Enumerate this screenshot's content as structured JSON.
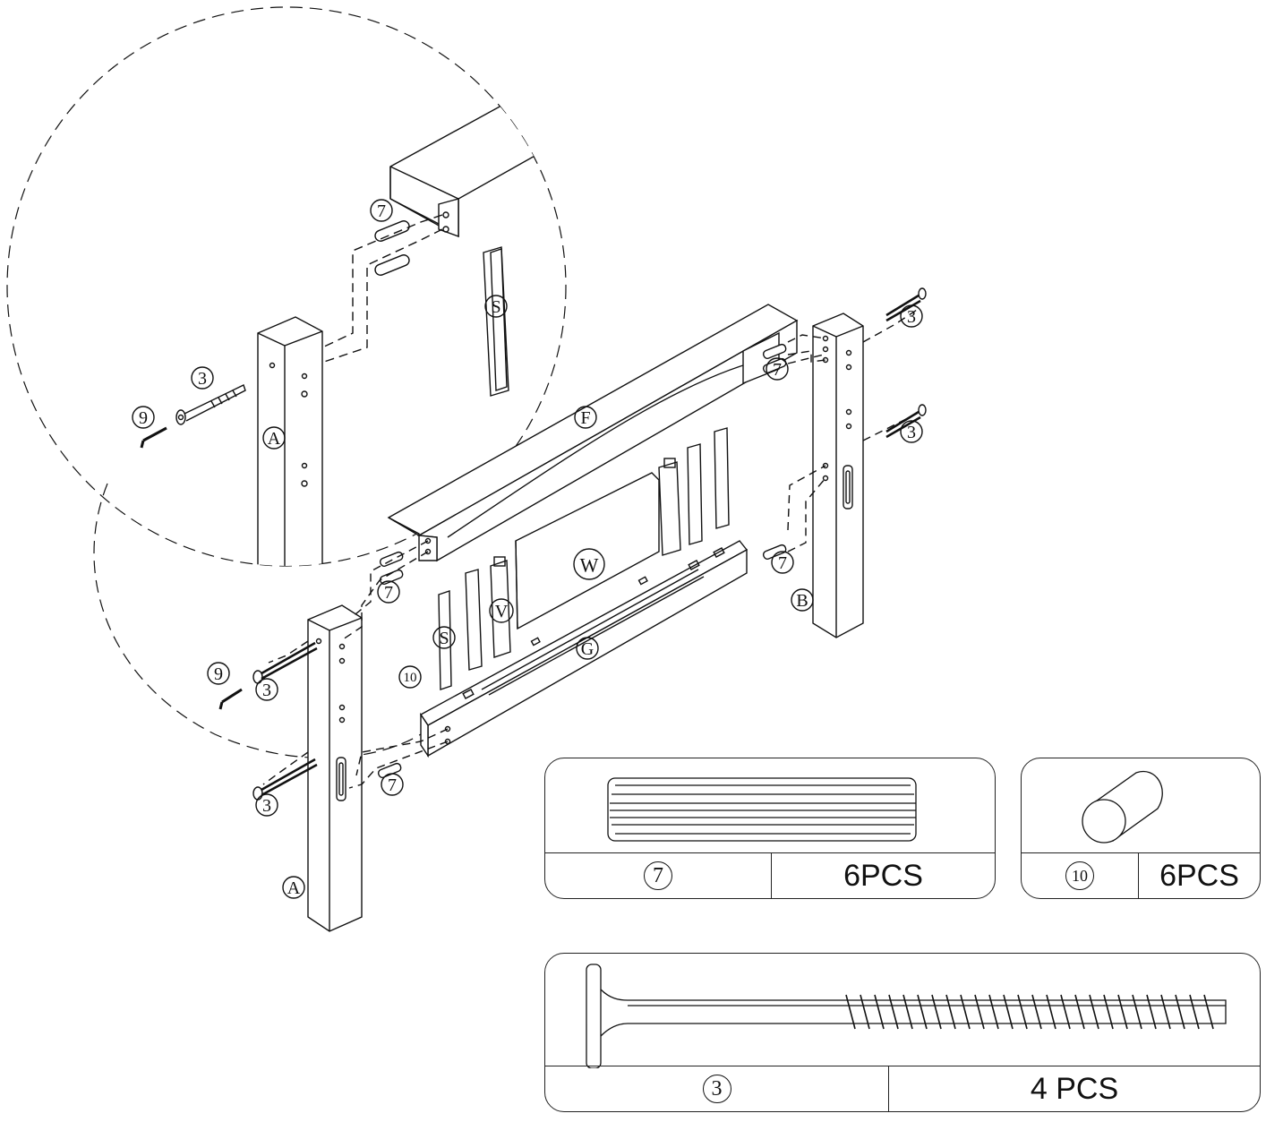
{
  "callouts": {
    "zoom_part_7": "7",
    "zoom_part_3": "3",
    "zoom_part_9": "9",
    "zoom_part_A": "A",
    "zoom_part_S": "S",
    "main_part_3_top": "3",
    "main_part_7_top": "7",
    "main_part_3_mid": "3",
    "main_part_F": "F",
    "main_part_W": "W",
    "main_part_7_right": "7",
    "main_part_B": "B",
    "main_part_7_left_top": "7",
    "main_part_V": "V",
    "main_part_S": "S",
    "main_part_G": "G",
    "main_part_10": "10",
    "main_part_9": "9",
    "main_part_3_left": "3",
    "main_part_3_bottom": "3",
    "main_part_7_bottom": "7",
    "main_part_A": "A"
  },
  "parts_boxes": {
    "dowel": {
      "part": "7",
      "quantity": "6PCS",
      "icon": "wooden-dowel-icon"
    },
    "cam": {
      "part": "10",
      "quantity": "6PCS",
      "icon": "cylinder-nut-icon"
    },
    "bolt": {
      "part": "3",
      "quantity": "4 PCS",
      "icon": "bolt-screw-icon"
    }
  }
}
